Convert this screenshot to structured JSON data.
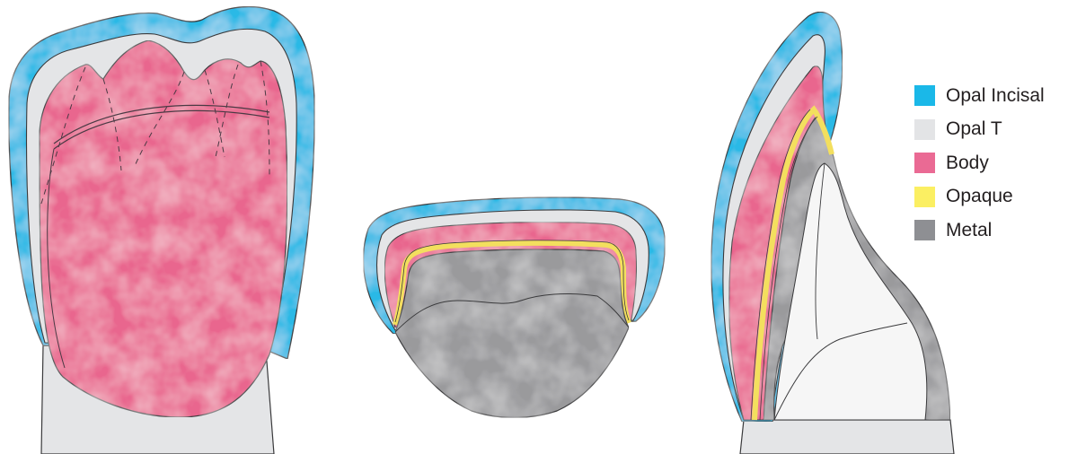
{
  "colors": {
    "opal_incisal": "#29b9e6",
    "opal_t": "#e4e5e7",
    "body": "#e9668e",
    "opaque": "#f3df5e",
    "metal": "#9a9a9c",
    "outline": "#3a3a3c"
  },
  "legend": [
    {
      "key": "opal_incisal",
      "label": "Opal Incisal",
      "color": "#1ab8e8"
    },
    {
      "key": "opal_t",
      "label": "Opal T",
      "color": "#e3e4e6"
    },
    {
      "key": "body",
      "label": "Body",
      "color": "#ea6a94"
    },
    {
      "key": "opaque",
      "label": "Opaque",
      "color": "#fbef62"
    },
    {
      "key": "metal",
      "label": "Metal",
      "color": "#8e8f93"
    }
  ]
}
